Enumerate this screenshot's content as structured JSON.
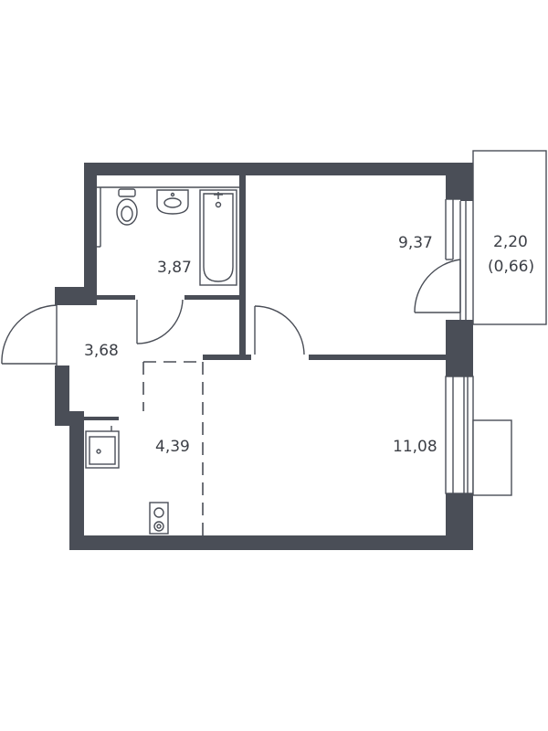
{
  "plan": {
    "wall_color": "#4a4e57",
    "rooms": {
      "bathroom": "3,87",
      "hallway": "3,68",
      "room": "9,37",
      "balcony_area": "2,20",
      "balcony_reduced": "(0,66)",
      "kitchen": "4,39",
      "living": "11,08"
    },
    "icons": [
      "toilet-icon",
      "sink-icon",
      "bathtub-icon",
      "kitchen-sink-icon",
      "stove-icon"
    ]
  }
}
